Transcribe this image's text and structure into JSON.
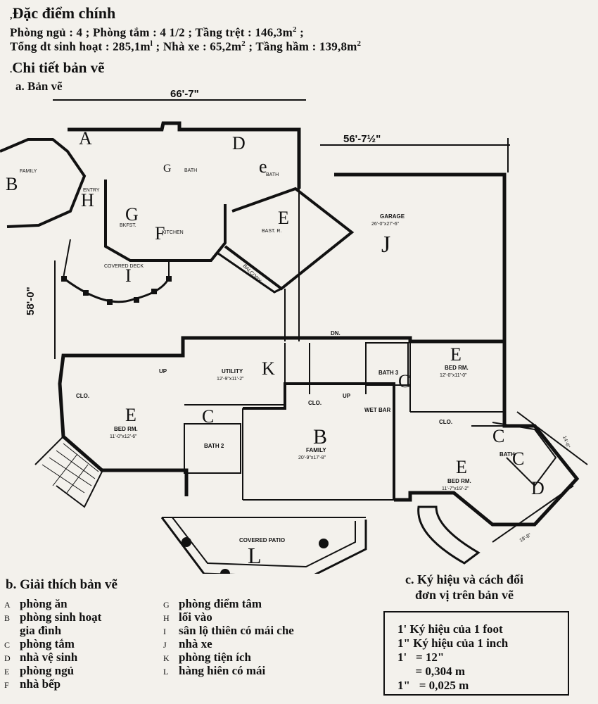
{
  "heading": "Đặc điểm chính",
  "specs": {
    "line1_a": "Phòng ngủ : 4 ; Phòng tắm : 4 1/2 ; Tầng trệt : 146,3m",
    "line1_sup": "2",
    "line1_end": " ;",
    "line2_a": "Tổng dt sinh hoạt : 285,1m",
    "line2_sup1": "l",
    "line2_b": " ; Nhà xe : 65,2m",
    "line2_sup2": "2",
    "line2_c": " ; Tầng hầm : 139,8m",
    "line2_sup3": "2"
  },
  "section_title": "Chi tiết bản vẽ",
  "subsection_a": "a. Bản vẽ",
  "plan": {
    "dim_top": "66'-7\"",
    "dim_right": "56'-7½\"",
    "dim_left": "58'-0\"",
    "dim_side1": "14'-6\"",
    "dim_side2": "18'-8\"",
    "rooms": {
      "A": "A",
      "B_fam": "B",
      "B_side": "B",
      "C1": "C",
      "C2": "C",
      "C3": "C",
      "C4": "C",
      "D1": "D",
      "D2": "D",
      "E1": "E",
      "E2": "E",
      "E3": "E",
      "E4": "E",
      "E5": "e",
      "F": "F",
      "G1": "G",
      "G2": "G",
      "H": "H",
      "I": "I",
      "J": "J",
      "K": "K",
      "L": "L"
    },
    "labels": {
      "garage": "GARAGE",
      "garage_size": "26'-0\"x27'-6\"",
      "utility": "UTILITY",
      "utility_size": "12'-9\"x11'-2\"",
      "family": "FAMILY",
      "family_size": "20'-9\"x17'-8\"",
      "bed_left": "BED RM.",
      "bed_left_size": "11'-0\"x12'-6\"",
      "bed_top": "BED RM.",
      "bed_top_size": "12'-0\"x11'-0\"",
      "bed_right": "BED RM.",
      "bed_right_size": "11'-7\"x19'-2\"",
      "bath2": "BATH 2",
      "bath3": "BATH 3",
      "bath": "BATH",
      "wet_bar": "WET BAR",
      "clo": "CLO.",
      "up": "UP",
      "dn": "DN.",
      "covered_patio": "COVERED PATIO",
      "covered_deck": "COVERED DECK",
      "entry": "ENTRY",
      "kitchen": "KITCHEN",
      "breakfast": "BKFST.",
      "bast": "BAST. R.",
      "balcony": "BALCONY",
      "family_top": "FAMILY"
    }
  },
  "legend": {
    "title": "b. Giải thích bản vẽ",
    "left": [
      {
        "key": "A",
        "text": "phòng ăn"
      },
      {
        "key": "B",
        "text": "phòng sinh hoạt"
      },
      {
        "key": "",
        "text": "gia đình"
      },
      {
        "key": "C",
        "text": "phòng tắm"
      },
      {
        "key": "D",
        "text": "nhà vệ sinh"
      },
      {
        "key": "E",
        "text": "phòng ngủ"
      },
      {
        "key": "F",
        "text": "nhà bếp"
      }
    ],
    "right": [
      {
        "key": "G",
        "text": "phòng điểm tâm"
      },
      {
        "key": "H",
        "text": "lối vào"
      },
      {
        "key": "I",
        "text": "sân lộ thiên có mái che"
      },
      {
        "key": "J",
        "text": "nhà xe"
      },
      {
        "key": "K",
        "text": "phòng tiện ích"
      },
      {
        "key": "L",
        "text": "hàng hiên có mái"
      }
    ]
  },
  "symbols": {
    "title_line1": "c. Ký hiệu và cách đổi",
    "title_line2": "đơn vị trên bản vẽ",
    "rows": [
      "1' Ký hiệu của 1 foot",
      "1\" Ký hiệu của 1 inch",
      "1'   = 12\"",
      "      = 0,304 m",
      "1\"   = 0,025 m"
    ]
  }
}
